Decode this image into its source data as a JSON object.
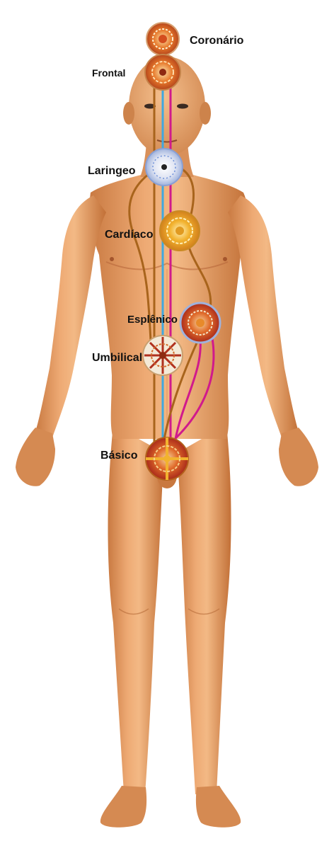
{
  "chakras": [
    {
      "id": "coronario",
      "label": "Coronário"
    },
    {
      "id": "frontal",
      "label": "Frontal"
    },
    {
      "id": "laringeo",
      "label": "Laringeo"
    },
    {
      "id": "cardiaco",
      "label": "Cardíaco"
    },
    {
      "id": "esplenico",
      "label": "Esplênico"
    },
    {
      "id": "umbilical",
      "label": "Umbilical"
    },
    {
      "id": "basico",
      "label": "Básico"
    }
  ],
  "colors": {
    "skin": "#e9a06a",
    "skin_shadow": "#c9773f",
    "skin_light": "#f6c79a",
    "channel_brown": "#a8641c",
    "channel_blue": "#3ea8e0",
    "channel_magenta": "#d01a8c",
    "chakra_gold": "#f2b22e",
    "chakra_orange": "#e7782a",
    "chakra_red": "#c8391f",
    "chakra_white": "#f3f1ee",
    "chakra_blue": "#6c8fd8"
  }
}
